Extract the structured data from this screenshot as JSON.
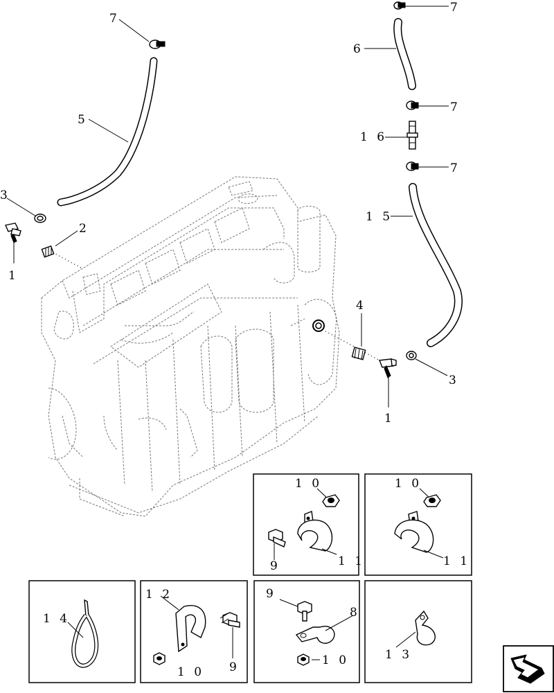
{
  "callouts": {
    "c1a": "1",
    "c1b": "1",
    "c2": "2",
    "c3a": "3",
    "c3b": "3",
    "c4": "4",
    "c5": "5",
    "c6": "6",
    "c7a": "7",
    "c7b": "7",
    "c7c": "7",
    "c7d": "7",
    "c8": "8",
    "c9a": "9",
    "c9b": "9",
    "c9c": "9",
    "c10a": "1 0",
    "c10b": "1 0",
    "c10c": "1 0",
    "c10d": "1 0",
    "c11a": "1 1",
    "c11b": "1 1",
    "c12": "1 2",
    "c13": "1 3",
    "c14": "1 4",
    "c15": "1 5",
    "c16": "1 6"
  },
  "icons": {
    "nav": "next-page-arrow-icon"
  }
}
